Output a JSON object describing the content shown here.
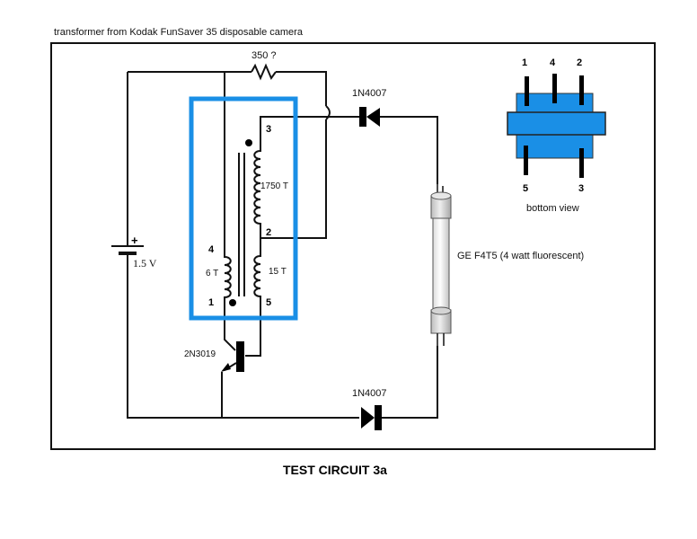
{
  "header": {
    "caption": "transformer from Kodak FunSaver 35 disposable camera"
  },
  "footer": {
    "title": "TEST CIRCUIT 3a"
  },
  "components": {
    "resistor": {
      "label": "350 ?"
    },
    "diode_top": {
      "label": "1N4007"
    },
    "diode_bottom": {
      "label": "1N4007"
    },
    "battery": {
      "label": "1.5 V",
      "polarity": "+"
    },
    "transistor": {
      "label": "2N3019"
    },
    "lamp": {
      "label": "GE F4T5 (4 watt fluorescent)"
    },
    "transformer": {
      "box_color": "#1a8fe6",
      "pins": {
        "p1": "1",
        "p2": "2",
        "p3": "3",
        "p4": "4",
        "p5": "5"
      },
      "windings": {
        "secondary": "1750 T",
        "primary": "6 T",
        "feedback": "15 T"
      }
    }
  },
  "pinout": {
    "body_color": "#1a8fe6",
    "top_pins": [
      "1",
      "4",
      "2"
    ],
    "bottom_pins": [
      "5",
      "3"
    ],
    "caption": "bottom view"
  }
}
